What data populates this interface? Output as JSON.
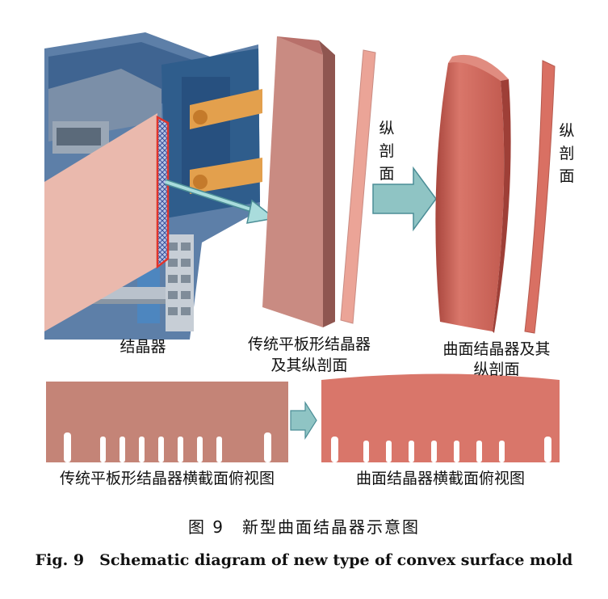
{
  "labels": {
    "mold": "结晶器",
    "flat_title_line1": "传统平板形结晶器",
    "flat_title_line2": "及其纵剖面",
    "curved_title_line1": "曲面结晶器及其",
    "curved_title_line2": "纵剖面",
    "section_flat": "纵剖面",
    "section_curved": "纵剖面",
    "flat_top_view": "传统平板形结晶器横截面俯视图",
    "curved_top_view": "曲面结晶器横截面俯视图"
  },
  "caption": {
    "chinese": "图 9　新型曲面结晶器示意图",
    "english": "Fig. 9　Schematic diagram of new type of convex surface mold"
  },
  "colors": {
    "copper_plate": "#c98b82",
    "curved_plate": "#d9766a",
    "arrow": "#8fc4c4",
    "frame_blue": "#2f5d8c"
  }
}
